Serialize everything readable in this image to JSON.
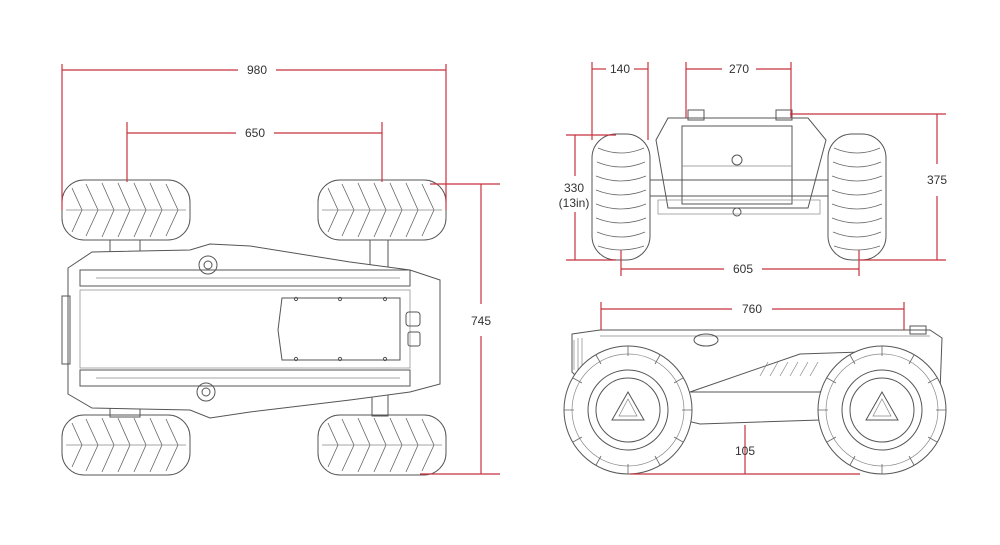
{
  "colors": {
    "dimension": "#c8323c",
    "ink": "#555555",
    "label": "#333333",
    "background": "#ffffff"
  },
  "views": {
    "top": {
      "length": "980",
      "wheelbase": "650",
      "width": "745"
    },
    "front": {
      "wheel_width": "140",
      "frame_width": "270",
      "clearance": "330",
      "clearance_in": "(13in)",
      "height": "375",
      "track": "605"
    },
    "side": {
      "deck_length": "760",
      "ground_clearance": "105"
    }
  }
}
